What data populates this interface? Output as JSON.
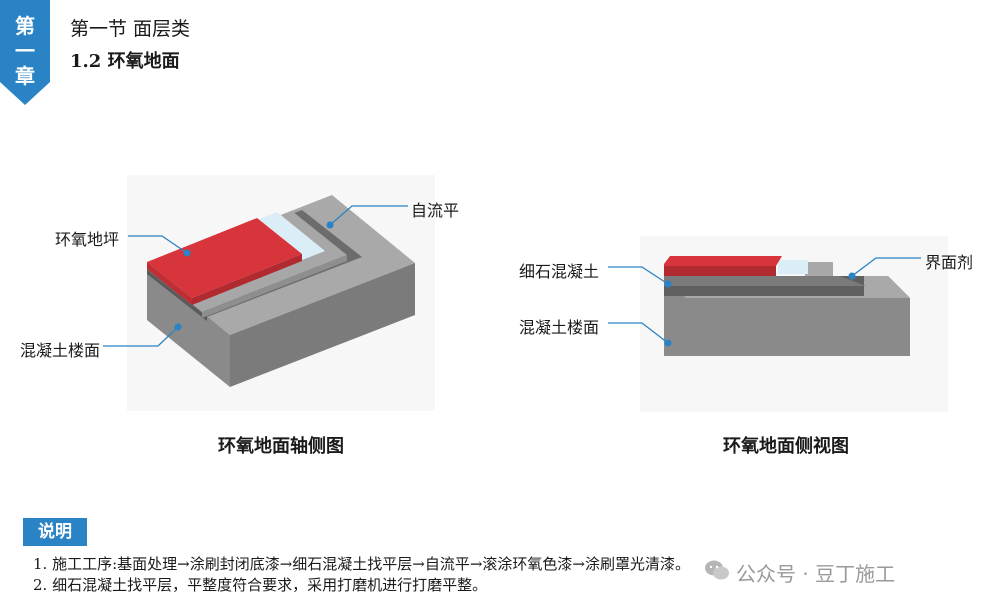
{
  "chapter": {
    "chars": [
      "第",
      "一",
      "章"
    ],
    "color": "#2a83c4"
  },
  "header": {
    "section": "第一节  面层类",
    "subsection": "1.2 环氧地面"
  },
  "axonometric": {
    "caption": "环氧地面轴侧图",
    "labels": {
      "epoxy_floor": "环氧地坪",
      "self_leveling": "自流平",
      "concrete_slab": "混凝土楼面"
    }
  },
  "side_view": {
    "caption": "环氧地面侧视图",
    "labels": {
      "fine_concrete": "细石混凝土",
      "interface_agent": "界面剂",
      "concrete_slab": "混凝土楼面"
    }
  },
  "notes": {
    "label": "说明",
    "items": [
      "1. 施工工序:基面处理→涂刷封闭底漆→细石混凝土找平层→自流平→滚涂环氧色漆→涂刷罩光清漆。",
      "2. 细石混凝土找平层，平整度符合要求，采用打磨机进行打磨平整。"
    ]
  },
  "watermark": {
    "text": "公众号 · 豆丁施工",
    "icon": "wechat-icon"
  },
  "colors": {
    "accent": "#2a83c4",
    "epoxy_red": "#d8343b",
    "self_level_blue": "#dbeef8",
    "concrete": "#8d8d8d"
  }
}
